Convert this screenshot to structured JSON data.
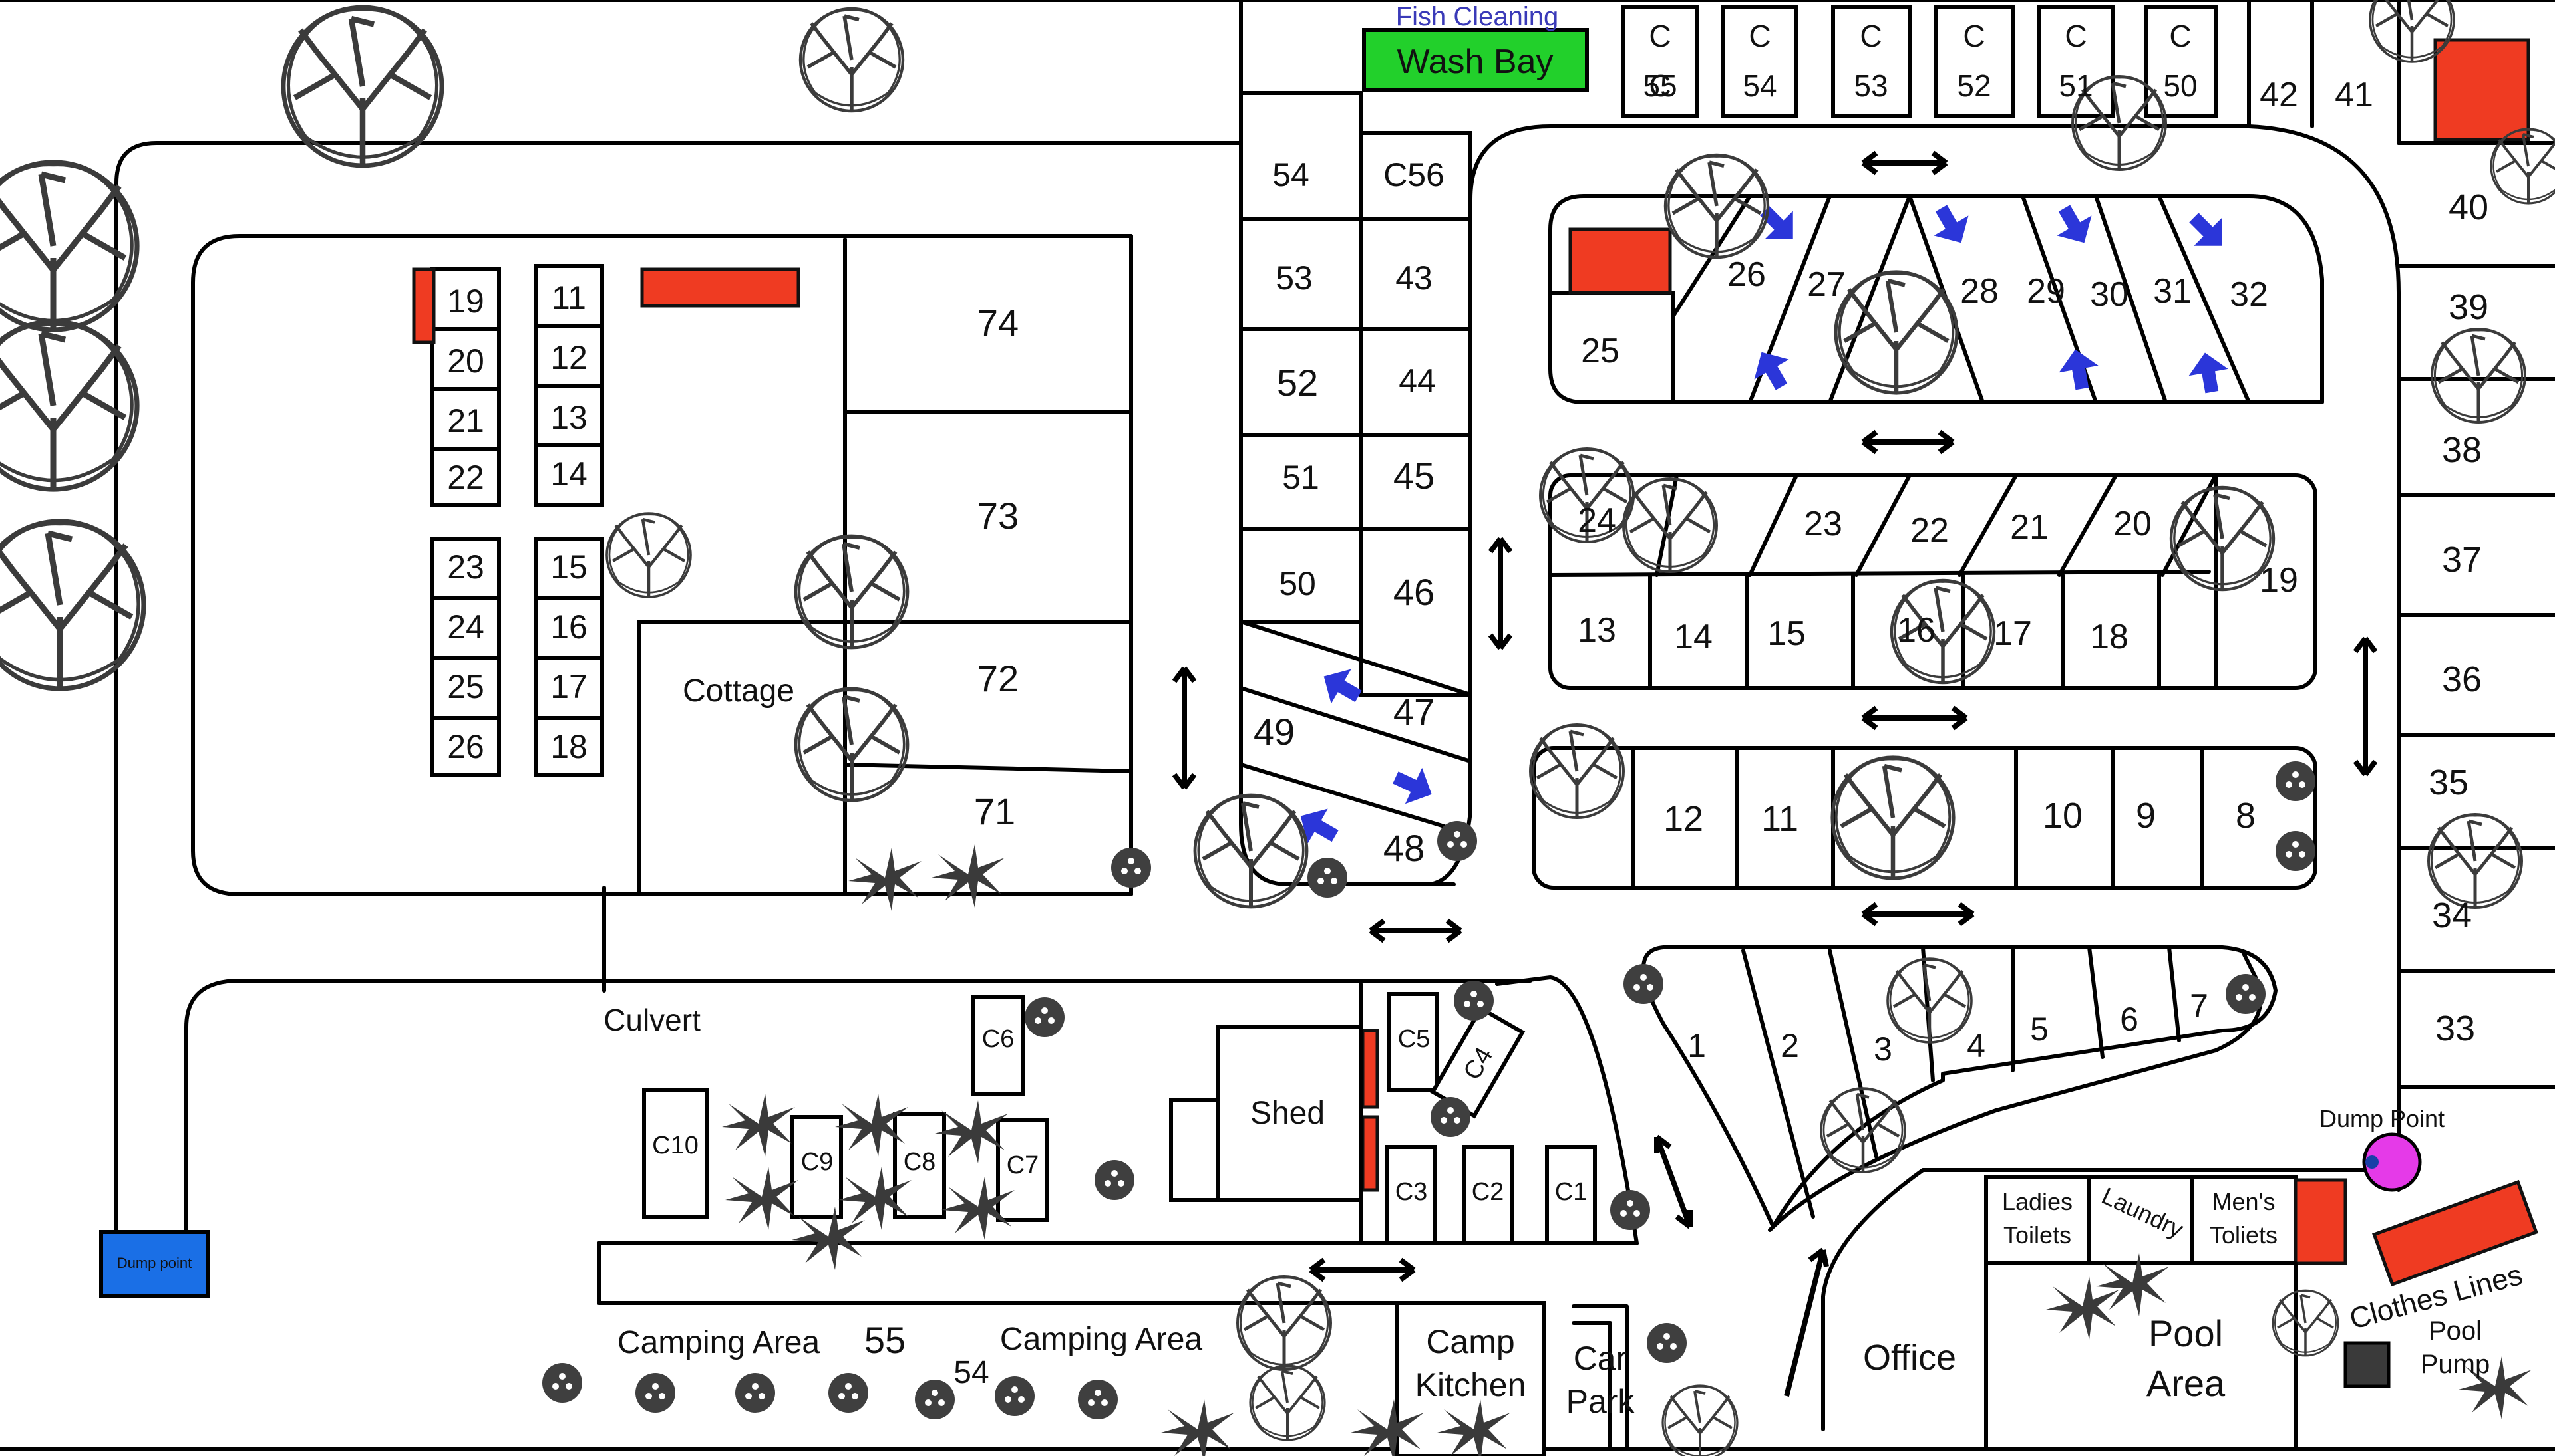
{
  "labels": {
    "fish_cleaning": "Fish Cleaning",
    "wash_bay": "Wash Bay",
    "cottage": "Cottage",
    "culvert": "Culvert",
    "shed": "Shed",
    "camping_area": "Camping Area",
    "camp": "Camp",
    "kitchen": "Kitchen",
    "car": "Car",
    "park": "Park",
    "office": "Office",
    "pool": "Pool",
    "area": "Area",
    "ladies": "Ladies",
    "toilets": "Toilets",
    "laundry": "Laundry",
    "mens": "Men's",
    "toliets": "Toliets",
    "dump_point": "Dump Point",
    "dump_point_left": "Dump point",
    "clothes_lines": "Clothes Lines",
    "pump": "Pump",
    "c": "C"
  },
  "sites": {
    "n1": "1",
    "n2": "2",
    "n3": "3",
    "n4": "4",
    "n5": "5",
    "n6": "6",
    "n7": "7",
    "n8": "8",
    "n9": "9",
    "n10": "10",
    "n11": "11",
    "n12": "12",
    "n13": "13",
    "n14": "14",
    "n15": "15",
    "n16": "16",
    "n17": "17",
    "n18": "18",
    "n19": "19",
    "n20": "20",
    "n21": "21",
    "n22": "22",
    "n23": "23",
    "n24": "24",
    "n25": "25",
    "n26": "26",
    "n27": "27",
    "n28": "28",
    "n29": "29",
    "n30": "30",
    "n31": "31",
    "n32": "32",
    "n33": "33",
    "n34": "34",
    "n35": "35",
    "n36": "36",
    "n37": "37",
    "n38": "38",
    "n39": "39",
    "n40": "40",
    "n41": "41",
    "n42": "42",
    "n43": "43",
    "n44": "44",
    "n45": "45",
    "n46": "46",
    "n47": "47",
    "n48": "48",
    "n49": "49",
    "n50": "50",
    "n51": "51",
    "n52": "52",
    "n53": "53",
    "n54": "54",
    "n55": "55",
    "n71": "71",
    "n72": "72",
    "n73": "73",
    "n74": "74",
    "c1": "C1",
    "c2": "C2",
    "c3": "C3",
    "c4": "C4",
    "c5": "C5",
    "c6": "C6",
    "c7": "C7",
    "c8": "C8",
    "c9": "C9",
    "c10": "C10",
    "c56": "C56"
  },
  "colors": {
    "wash_bay": "#22d02b",
    "amenity_red": "#ef3b22",
    "dump_point_left": "#1a6fe6",
    "dump_point_right": "#e53ae8",
    "direction_arrow": "#2b36d9",
    "fish_cleaning_text": "#3a3ab8"
  }
}
